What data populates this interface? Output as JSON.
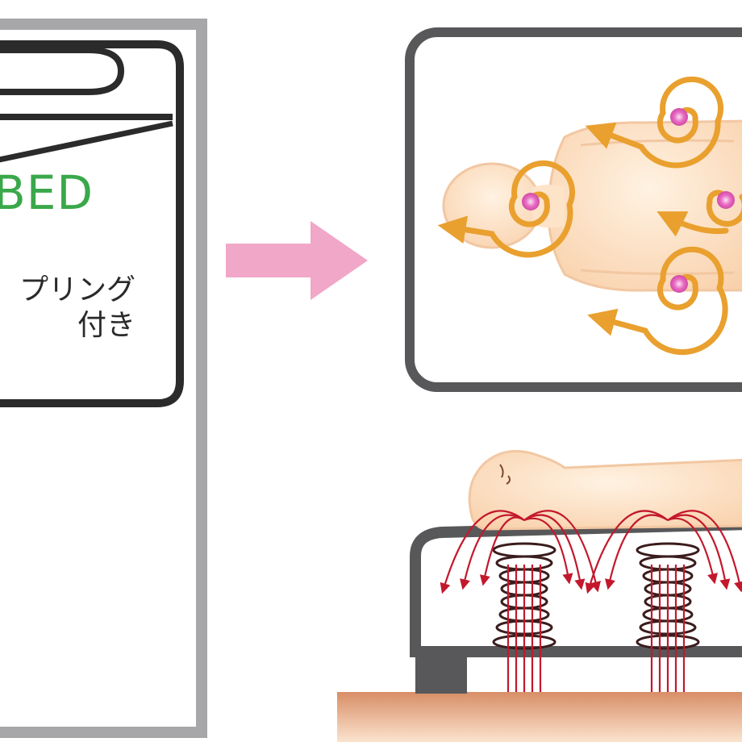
{
  "bed_panel": {
    "word": "BED",
    "spring_line1": "プリング",
    "spring_line2": "付き"
  },
  "colors": {
    "frame_gray": "#a7a7a9",
    "outline_dark": "#2b2b2b",
    "bed_text_green": "#3aa84a",
    "arrow_pink": "#f1a7c8",
    "swirl_orange": "#e9a02e",
    "pressure_dot_pink": "#e34fb2",
    "skin": "#fde3c8",
    "spring_dark": "#3a1c1c",
    "force_arrow_red": "#c3182c",
    "floor_tan": "#d9956e"
  },
  "icons": [
    "arrow-right-icon",
    "swirl-arrow-icon",
    "spring-coil-icon",
    "force-arrow-icon"
  ]
}
